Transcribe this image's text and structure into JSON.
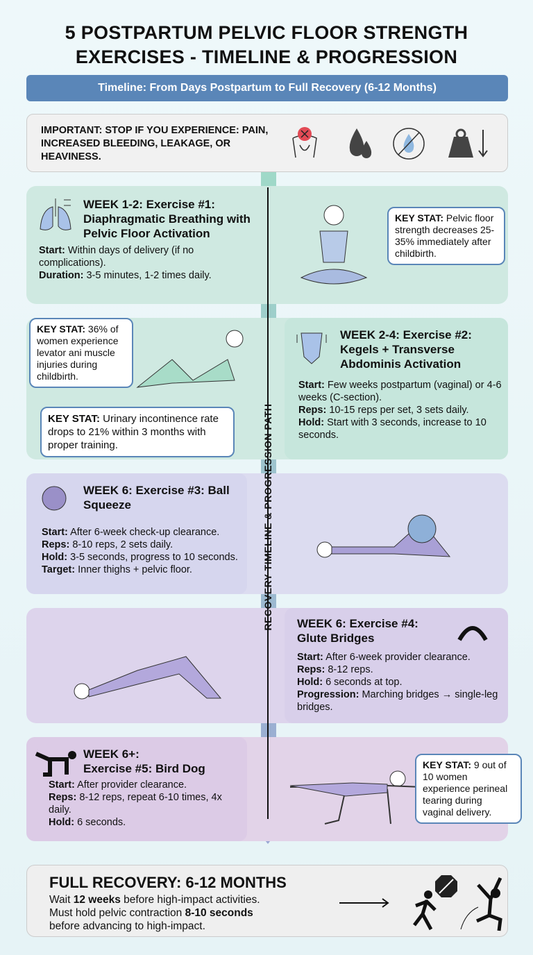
{
  "title_line1": "5 POSTPARTUM PELVIC FLOOR STRENGTH",
  "title_line2": "EXERCISES - TIMELINE & PROGRESSION",
  "banner": "Timeline: From Days Postpartum to Full Recovery (6-12 Months)",
  "warning": {
    "text": "IMPORTANT: STOP IF YOU EXPERIENCE: PAIN, INCREASED BLEEDING, LEAKAGE, OR HEAVINESS.",
    "icons": [
      "pelvis-pain-icon",
      "blood-drops-icon",
      "no-leakage-icon",
      "heavy-weight-icon"
    ]
  },
  "path_label": "RECOVERY TIMELINE & PROGRESSION PATH",
  "colors": {
    "green": "#cfe9e1",
    "blue": "#5a86b8",
    "lavender": "#dcdcf0",
    "purple": "#ddd4ec",
    "pink": "#e2d3e8"
  },
  "exercises": [
    {
      "title": "WEEK 1-2: Exercise #1: Diaphragmatic Breathing with Pelvic Floor Activation",
      "lines": [
        {
          "label": "Start:",
          "text": " Within days of delivery (if no complications)."
        },
        {
          "label": "Duration:",
          "text": " 3-5 minutes, 1-2 times daily."
        }
      ],
      "icon": "lungs-icon"
    },
    {
      "title": "WEEK 2-4: Exercise #2: Kegels + Transverse Abdominis Activation",
      "lines": [
        {
          "label": "Start:",
          "text": " Few weeks postpartum (vaginal) or 4-6 weeks (C-section)."
        },
        {
          "label": "Reps:",
          "text": " 10-15 reps per set, 3 sets daily."
        },
        {
          "label": "Hold:",
          "text": " Start with 3 seconds, increase to 10 seconds."
        }
      ],
      "icon": "torso-icon"
    },
    {
      "title": "WEEK 6: Exercise #3: Ball Squeeze",
      "lines": [
        {
          "label": "Start:",
          "text": " After 6-week check-up clearance."
        },
        {
          "label": "Reps:",
          "text": " 8-10 reps, 2 sets daily."
        },
        {
          "label": "Hold:",
          "text": " 3-5 seconds, progress to 10 seconds."
        },
        {
          "label": "Target:",
          "text": " Inner thighs + pelvic floor."
        }
      ],
      "icon": "ball-icon"
    },
    {
      "title": "WEEK 6: Exercise #4: Glute Bridges",
      "lines": [
        {
          "label": "Start:",
          "text": " After 6-week provider clearance."
        },
        {
          "label": "Reps:",
          "text": " 8-12 reps."
        },
        {
          "label": "Hold:",
          "text": " 6 seconds at top."
        },
        {
          "label": "Progression:",
          "text": " Marching bridges → single-leg bridges."
        }
      ],
      "icon": "bridge-icon"
    },
    {
      "title_a": "WEEK 6+:",
      "title_b": "Exercise #5: Bird Dog",
      "lines": [
        {
          "label": "Start:",
          "text": " After provider clearance."
        },
        {
          "label": "Reps:",
          "text": " 8-12 reps, repeat 6-10 times, 4x daily."
        },
        {
          "label": "Hold:",
          "text": " 6 seconds."
        }
      ],
      "icon": "bird-dog-icon"
    }
  ],
  "stats": [
    {
      "label": "KEY STAT:",
      "text": " Pelvic floor strength decreases 25-35% immediately after childbirth."
    },
    {
      "label": "KEY STAT:",
      "text": " 36% of women experience levator ani muscle injuries during childbirth."
    },
    {
      "label": "KEY STAT:",
      "text": " Urinary incontinence rate drops to 21% within 3 months with proper training."
    },
    {
      "label": "KEY STAT:",
      "text": " 9 out of 10 women experience perineal tearing during vaginal delivery."
    }
  ],
  "footer": {
    "title": "FULL RECOVERY: 6-12 MONTHS",
    "l1a": "Wait ",
    "l1b": "12 weeks",
    "l1c": " before high-impact activities.",
    "l2a": "Must hold pelvic contraction ",
    "l2b": "8-10 seconds",
    "l3": "before advancing to high-impact."
  }
}
